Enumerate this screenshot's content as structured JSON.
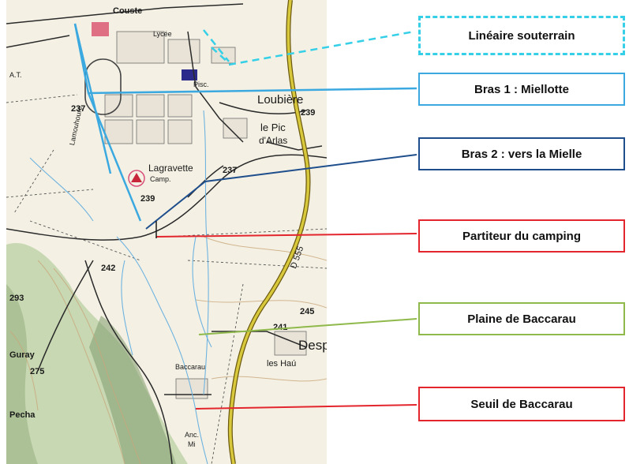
{
  "callouts": {
    "lineaire_souterrain": "Linéaire souterrain",
    "bras1": "Bras 1 : Miellotte",
    "bras2": "Bras 2 : vers la Mielle",
    "partiteur": "Partiteur du camping",
    "plaine": "Plaine de Baccarau",
    "seuil": "Seuil de Baccarau"
  },
  "map_labels": {
    "couste": "Couste",
    "lycee": "Lycée",
    "at": "A.T.",
    "piso": "Pisc.",
    "loubiere": "Loubière",
    "n239a": "239",
    "n237a": "237",
    "le_pic": "le Pic",
    "darlas": "d'Arlas",
    "lamouhoure": "Lamouhoure",
    "lagravette": "Lagravette",
    "camp": "Camp.",
    "n237b": "237",
    "n239b": "239",
    "n242": "242",
    "d555": "D 555",
    "n293": "293",
    "n245": "245",
    "n241": "241",
    "desp": "Desp",
    "les_hau": "les Haú",
    "guray": "Guray",
    "n275": "275",
    "baccarau": "Baccarau",
    "pecha": "Pecha",
    "anc": "Anc.",
    "mi": "Mi"
  },
  "colors": {
    "lineaire": "#35d0e8",
    "bras1": "#3ba9e0",
    "bras2": "#1f4e8c",
    "partiteur": "#e3262e",
    "plaine": "#8fb94b",
    "seuil": "#e3262e",
    "road_yellow": "#d8c93c",
    "contour": "#c9a77a",
    "forest": "#9fb98a"
  }
}
